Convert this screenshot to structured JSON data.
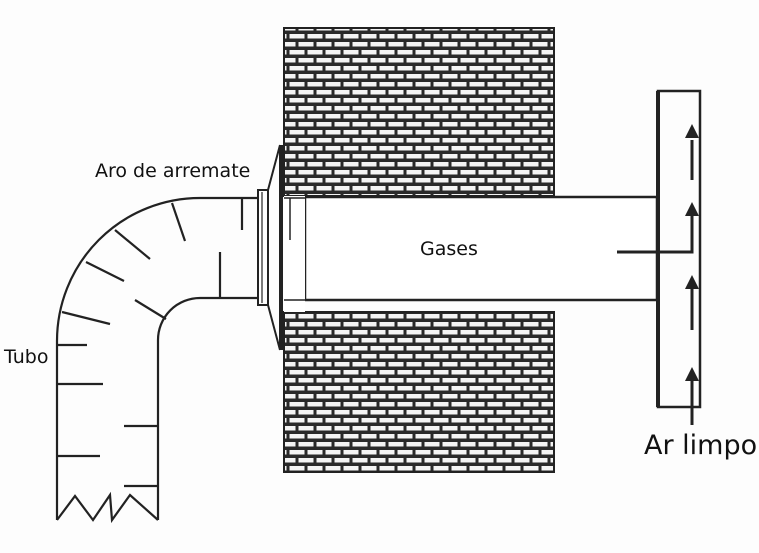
{
  "labels": {
    "aro": "Aro de arremate",
    "gases": "Gases",
    "tubo": "Tubo",
    "ar_limpo": "Ar limpo"
  },
  "colors": {
    "line": "#222222",
    "brick_mortar": "#2a2a2a",
    "brick": "#f4f4f4"
  }
}
